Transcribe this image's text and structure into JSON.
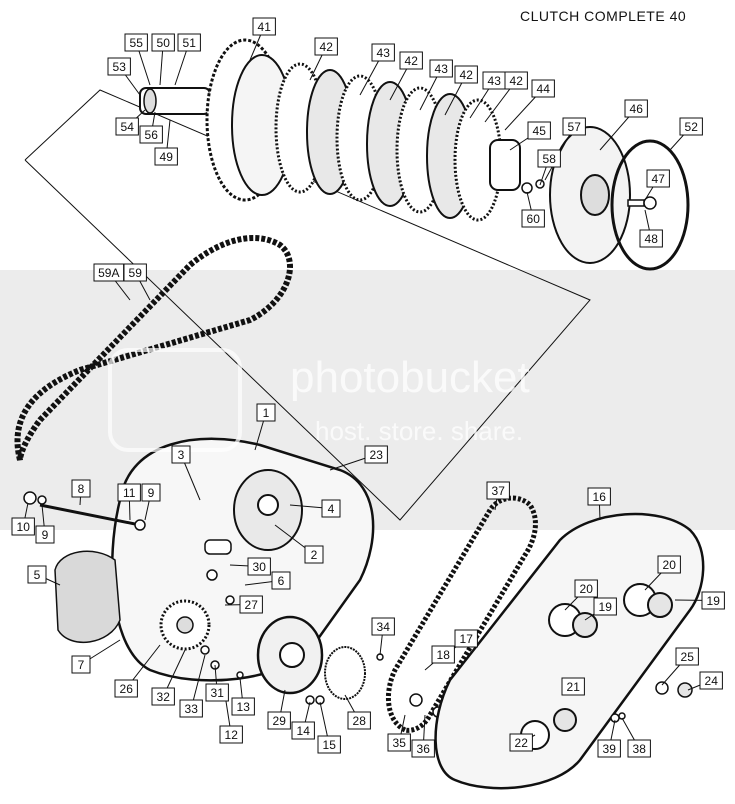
{
  "diagram": {
    "heading": "CLUTCH COMPLETE 40",
    "callouts": [
      {
        "id": "c41",
        "label": "41"
      },
      {
        "id": "c42a",
        "label": "42"
      },
      {
        "id": "c43a",
        "label": "43"
      },
      {
        "id": "c42b",
        "label": "42"
      },
      {
        "id": "c43b",
        "label": "43"
      },
      {
        "id": "c42c",
        "label": "42"
      },
      {
        "id": "c43c",
        "label": "43"
      },
      {
        "id": "c42d",
        "label": "42"
      },
      {
        "id": "c44",
        "label": "44"
      },
      {
        "id": "c55",
        "label": "55"
      },
      {
        "id": "c50",
        "label": "50"
      },
      {
        "id": "c51",
        "label": "51"
      },
      {
        "id": "c53",
        "label": "53"
      },
      {
        "id": "c54",
        "label": "54"
      },
      {
        "id": "c56",
        "label": "56"
      },
      {
        "id": "c49",
        "label": "49"
      },
      {
        "id": "c45",
        "label": "45"
      },
      {
        "id": "c57",
        "label": "57"
      },
      {
        "id": "c46",
        "label": "46"
      },
      {
        "id": "c52",
        "label": "52"
      },
      {
        "id": "c58",
        "label": "58"
      },
      {
        "id": "c60",
        "label": "60"
      },
      {
        "id": "c47",
        "label": "47"
      },
      {
        "id": "c48",
        "label": "48"
      },
      {
        "id": "c59a",
        "label": "59A"
      },
      {
        "id": "c59",
        "label": "59"
      },
      {
        "id": "c1",
        "label": "1"
      },
      {
        "id": "c3",
        "label": "3"
      },
      {
        "id": "c23",
        "label": "23"
      },
      {
        "id": "c4",
        "label": "4"
      },
      {
        "id": "c2",
        "label": "2"
      },
      {
        "id": "c8",
        "label": "8"
      },
      {
        "id": "c11",
        "label": "11"
      },
      {
        "id": "c9a",
        "label": "9"
      },
      {
        "id": "c10",
        "label": "10"
      },
      {
        "id": "c9b",
        "label": "9"
      },
      {
        "id": "c5",
        "label": "5"
      },
      {
        "id": "c30",
        "label": "30"
      },
      {
        "id": "c6",
        "label": "6"
      },
      {
        "id": "c27",
        "label": "27"
      },
      {
        "id": "c7",
        "label": "7"
      },
      {
        "id": "c26",
        "label": "26"
      },
      {
        "id": "c32",
        "label": "32"
      },
      {
        "id": "c33",
        "label": "33"
      },
      {
        "id": "c31",
        "label": "31"
      },
      {
        "id": "c13",
        "label": "13"
      },
      {
        "id": "c12",
        "label": "12"
      },
      {
        "id": "c29",
        "label": "29"
      },
      {
        "id": "c14",
        "label": "14"
      },
      {
        "id": "c15",
        "label": "15"
      },
      {
        "id": "c28",
        "label": "28"
      },
      {
        "id": "c34",
        "label": "34"
      },
      {
        "id": "c37",
        "label": "37"
      },
      {
        "id": "c16",
        "label": "16"
      },
      {
        "id": "c20a",
        "label": "20"
      },
      {
        "id": "c20b",
        "label": "20"
      },
      {
        "id": "c19a",
        "label": "19"
      },
      {
        "id": "c19b",
        "label": "19"
      },
      {
        "id": "c17",
        "label": "17"
      },
      {
        "id": "c18",
        "label": "18"
      },
      {
        "id": "c25",
        "label": "25"
      },
      {
        "id": "c24",
        "label": "24"
      },
      {
        "id": "c21",
        "label": "21"
      },
      {
        "id": "c22",
        "label": "22"
      },
      {
        "id": "c35",
        "label": "35"
      },
      {
        "id": "c36",
        "label": "36"
      },
      {
        "id": "c39",
        "label": "39"
      },
      {
        "id": "c38",
        "label": "38"
      }
    ]
  },
  "watermark": {
    "brand": "photobucket",
    "tagline": "host. store. share."
  },
  "colors": {
    "ink": "#111111",
    "paper": "#ffffff",
    "watermark_band": "#b9b9b9"
  }
}
